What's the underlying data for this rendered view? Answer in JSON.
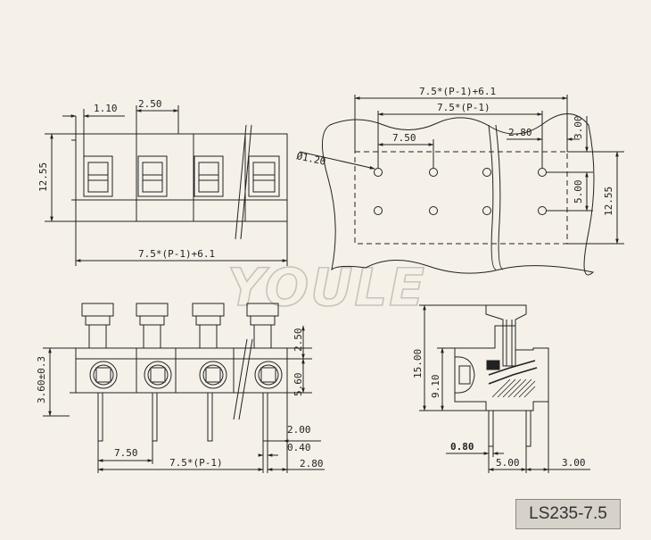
{
  "watermark": "YOULE",
  "model": "LS235-7.5",
  "colors": {
    "background": "#f5f1e9",
    "ink": "#222222",
    "watermark": "#c9c3b9",
    "badge": "#d6d1c9"
  },
  "top_view": {
    "dim_1_10": "1.10",
    "dim_2_50": "2.50",
    "dim_12_55": "12.55",
    "dim_overall": "7.5*(P-1)+6.1"
  },
  "pcb_layout": {
    "dim_overall": "7.5*(P-1)+6.1",
    "dim_pitch_total": "7.5*(P-1)",
    "dim_pitch": "7.50",
    "dim_2_80": "2.80",
    "dim_3_00": "3.00",
    "dim_5_00": "5.00",
    "dim_12_55": "12.55",
    "hole_dia": "Ø1.20"
  },
  "front_view": {
    "dim_3_60": "3.60±0.3",
    "dim_2_50": "2.50",
    "dim_5_60": "5.60",
    "dim_2_00": "2.00",
    "dim_0_40": "0.40",
    "dim_pitch": "7.50",
    "dim_pitch_total": "7.5*(P-1)",
    "dim_2_80": "2.80"
  },
  "side_view": {
    "dim_15_00": "15.00",
    "dim_9_10": "9.10",
    "dim_0_80": "0.80",
    "dim_5_00": "5.00",
    "dim_3_00": "3.00"
  }
}
